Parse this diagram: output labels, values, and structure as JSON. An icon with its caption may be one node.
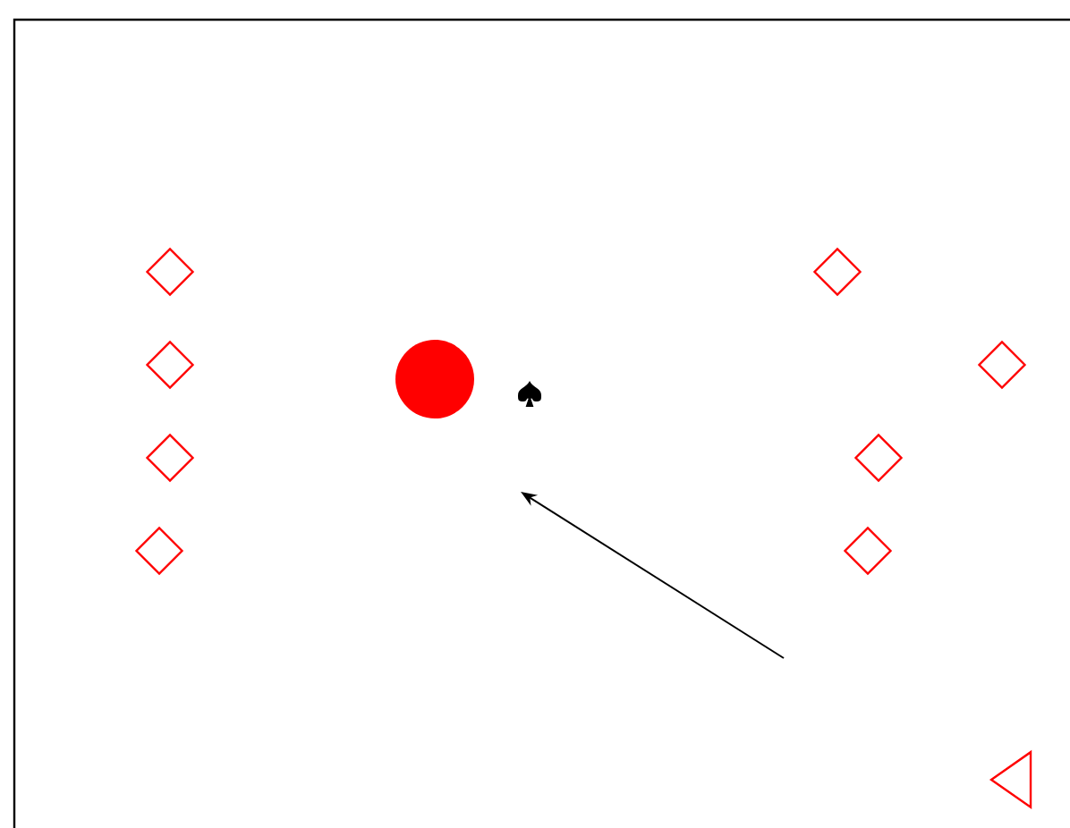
{
  "diagram": {
    "nodes": [
      {
        "text": [],
        "shape": "diamond"
      },
      {
        "text": [],
        "shape": "diamond"
      },
      {
        "text": [],
        "shape": "diamond"
      },
      {
        "text": [],
        "shape": "diamond"
      },
      {
        "text": [],
        "shape": "circle"
      },
      {
        "text": [],
        "shape": "spade"
      },
      {
        "text": [],
        "shape": "diamond"
      },
      {
        "text": [],
        "shape": "diamond"
      },
      {
        "text": [],
        "shape": "diamond"
      },
      {
        "text": [],
        "shape": "diamond"
      },
      {
        "text": [],
        "shape": "triangle"
      }
    ]
  }
}
